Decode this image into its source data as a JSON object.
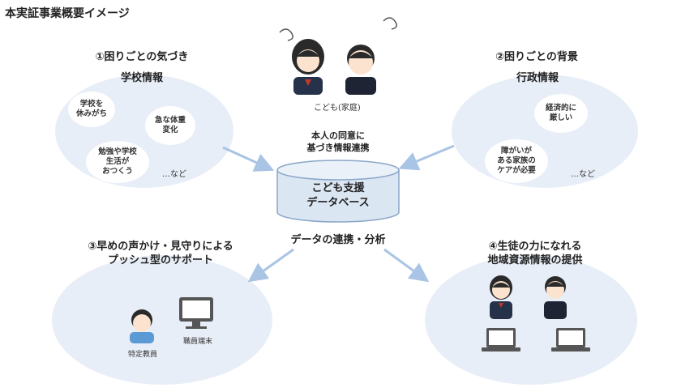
{
  "title": "本実証事業概要イメージ",
  "top": {
    "caption": "こども(家庭)"
  },
  "left_top": {
    "heading": "①困りごとの気づき",
    "subheading": "学校情報",
    "items": [
      "学校を\n休みがち",
      "急な体重\n変化",
      "勉強や学校\n生活が\nおつくう"
    ],
    "etc": "…など"
  },
  "right_top": {
    "heading": "②困りごとの背景",
    "subheading": "行政情報",
    "items": [
      "経済的に\n厳しい",
      "障がいが\nある家族の\nケアが必要"
    ],
    "etc": "…など"
  },
  "center": {
    "consent": "本人の同意に\n基づき情報連携",
    "database": "こども支援\nデータベース",
    "analysis": "データの連携・分析"
  },
  "left_bottom": {
    "heading": "③早めの声かけ・見守りによる\nプッシュ型のサポート",
    "staff_label": "特定教員",
    "terminal_label": "職員端末"
  },
  "right_bottom": {
    "heading": "④生徒の力になれる\n地域資源情報の提供"
  },
  "colors": {
    "ellipse": "#e8eef7",
    "arrow": "#a9c4e4",
    "db_fill": "#dbe6f3",
    "db_stroke": "#8aa6c8"
  }
}
